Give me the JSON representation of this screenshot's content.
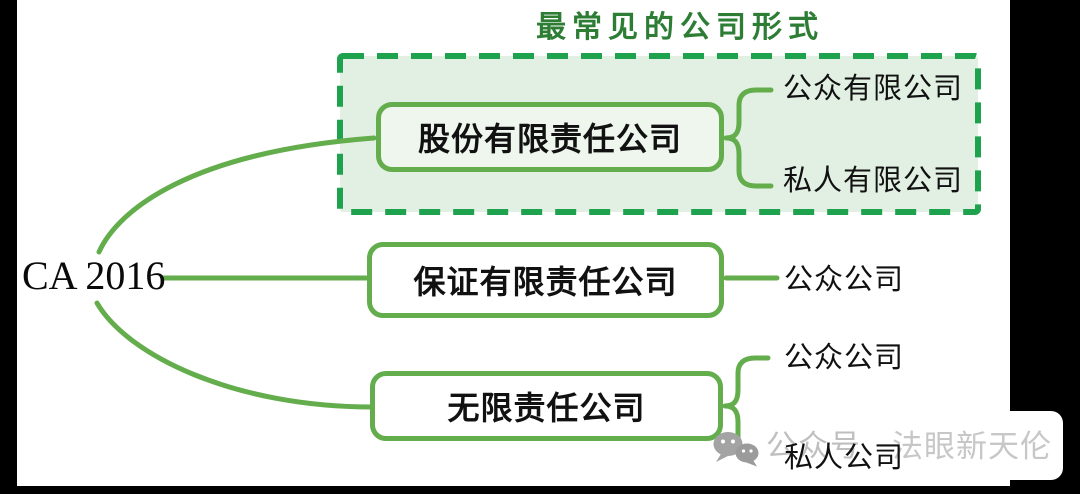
{
  "root": {
    "label": "CA 2016"
  },
  "group": {
    "title": "最常见的公司形式"
  },
  "branches": [
    {
      "label": "股份有限责任公司",
      "highlighted": true,
      "children": [
        {
          "label": "公众有限公司"
        },
        {
          "label": "私人有限公司"
        }
      ]
    },
    {
      "label": "保证有限责任公司",
      "highlighted": false,
      "children": [
        {
          "label": "公众公司"
        }
      ]
    },
    {
      "label": "无限责任公司",
      "highlighted": false,
      "children": [
        {
          "label": "公众公司"
        },
        {
          "label": "私人公司"
        }
      ]
    }
  ],
  "watermark": {
    "icon": "wechat-bubbles-icon",
    "account_label": "公众号",
    "account_name": "法眼新天伦"
  },
  "colors": {
    "branch_green": "#64ad4c",
    "dashed_border_green": "#1ea24e",
    "group_fill_mint": "#e2f0e4",
    "title_green": "#2d7d35",
    "node_text": "#111111",
    "watermark_gray": "#c2c2c2",
    "letterbox_black": "#000000"
  }
}
